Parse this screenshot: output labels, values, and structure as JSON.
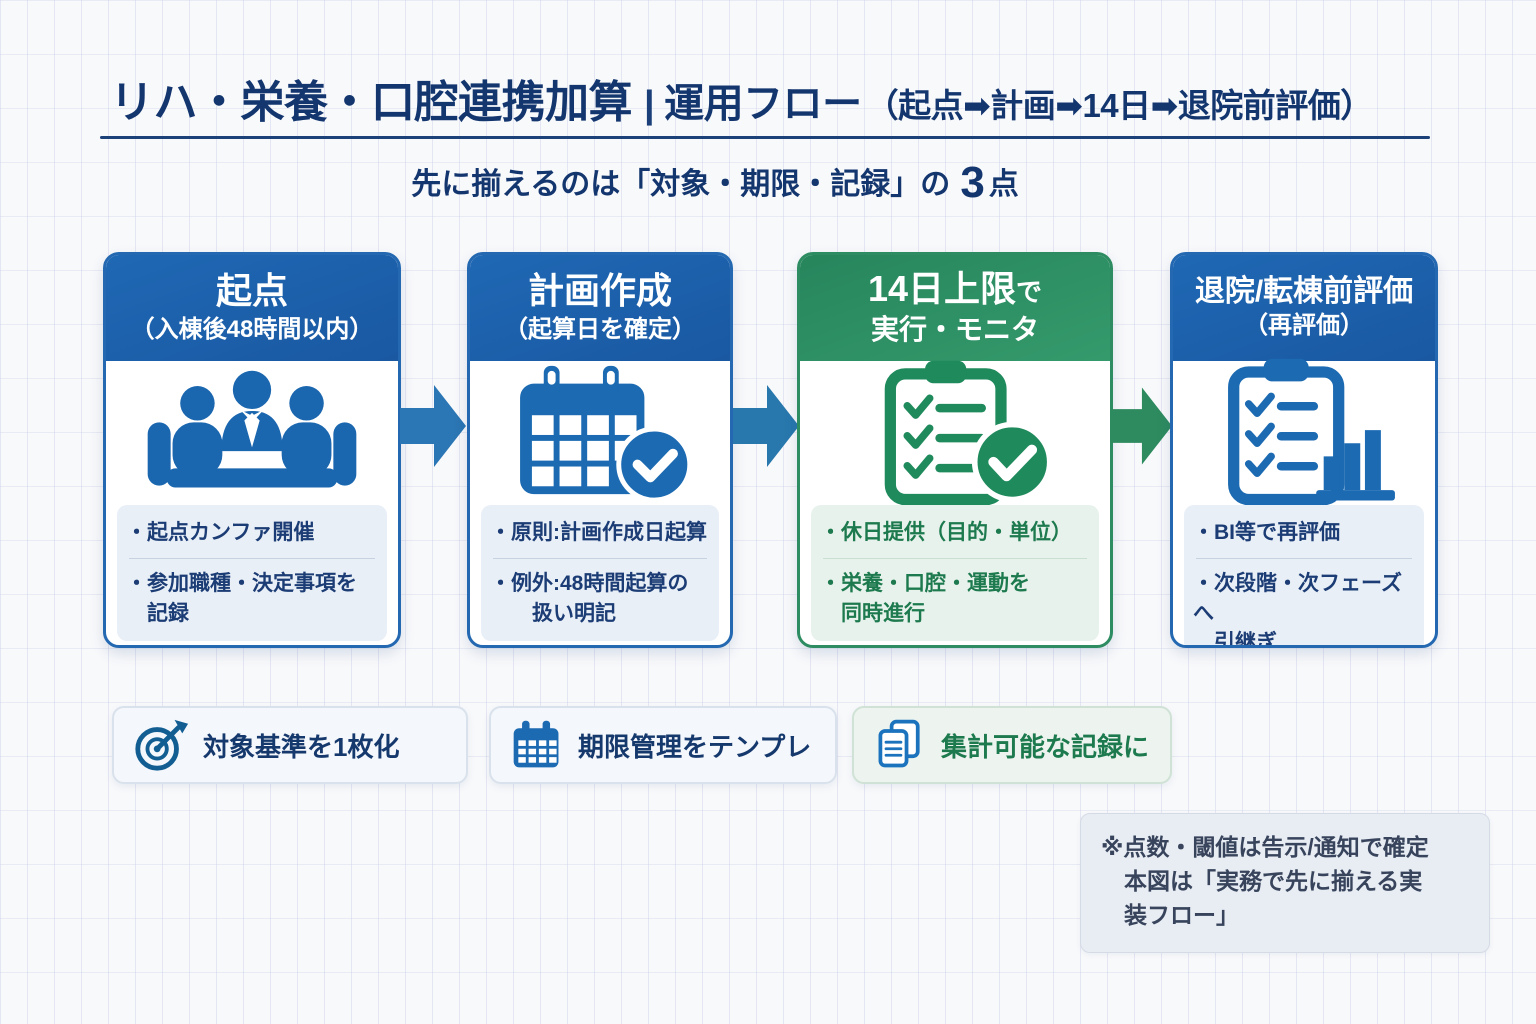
{
  "header": {
    "title_main": "リハ・栄養・口腔連携加算",
    "title_separator": "|",
    "title_flow": "運用フロー",
    "title_paren": "（起点➡計画➡14日➡退院前評価）",
    "subtitle_pre": "先に揃えるのは「対象・期限・記録」の",
    "subtitle_big": "3",
    "subtitle_post": "点"
  },
  "flow": {
    "steps": [
      {
        "title": "起点",
        "subtitle": "（入棟後48時間以内）",
        "icon": "meeting-icon",
        "theme": "blue",
        "bullets": [
          "・起点カンファ開催",
          "・参加職種・決定事項を\n　記録"
        ]
      },
      {
        "title": "計画作成",
        "subtitle": "（起算日を確定）",
        "icon": "calendar-check-icon",
        "theme": "blue",
        "bullets": [
          "・原則:計画作成日起算",
          "・例外:48時間起算の\n　　扱い明記"
        ]
      },
      {
        "title_big": "14日上限",
        "title_small": "で",
        "subtitle": "実行・モニタ",
        "icon": "checklist-check-icon",
        "theme": "green",
        "bullets": [
          "・休日提供（目的・単位）",
          "・栄養・口腔・運動を\n　同時進行"
        ]
      },
      {
        "title": "退院/転棟前評価",
        "subtitle": "（再評価）",
        "icon": "clipboard-chart-icon",
        "theme": "blue",
        "bullets": [
          "・BI等で再評価",
          "・次段階・次フェーズへ\n　引継ぎ"
        ]
      }
    ]
  },
  "badges": [
    {
      "icon": "target-icon",
      "label": "対象基準を1枚化",
      "theme": "blue"
    },
    {
      "icon": "calendar-icon",
      "label": "期限管理をテンプレ",
      "theme": "blue"
    },
    {
      "icon": "documents-icon",
      "label": "集計可能な記録に",
      "theme": "green"
    }
  ],
  "footnote": {
    "text": "※点数・閾値は告示/通知で確定\n　本図は「実務で先に揃える実\n　装フロー」"
  },
  "colors": {
    "navy_text": "#14366f",
    "card_blue": "#1c63ae",
    "card_green": "#2e8c62",
    "green_text": "#1d7a4e",
    "arrow_blue": "#2b76b4",
    "arrow_green": "#2e8b5f",
    "bullet_bg_blue": "#e9eff7",
    "bullet_bg_green": "#e8f2ec",
    "footnote_bg": "#e8ecf3"
  }
}
